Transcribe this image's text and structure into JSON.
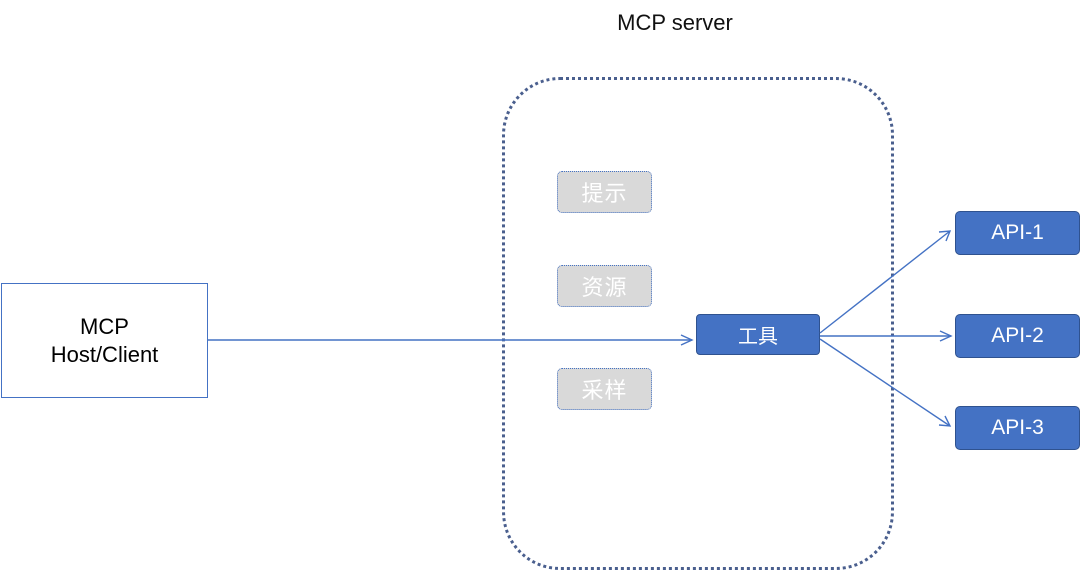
{
  "diagram": {
    "server_title": "MCP server",
    "client": {
      "line1": "MCP",
      "line2": "Host/Client"
    },
    "capabilities": {
      "prompts": "提示",
      "resources": "资源",
      "sampling": "采样",
      "tools": "工具"
    },
    "apis": [
      "API-1",
      "API-2",
      "API-3"
    ]
  },
  "colors": {
    "accent_blue": "#4472c4",
    "arrow_blue": "#4472c4",
    "inactive_gray": "#d9d9d9",
    "server_border": "#4a5f8e"
  }
}
